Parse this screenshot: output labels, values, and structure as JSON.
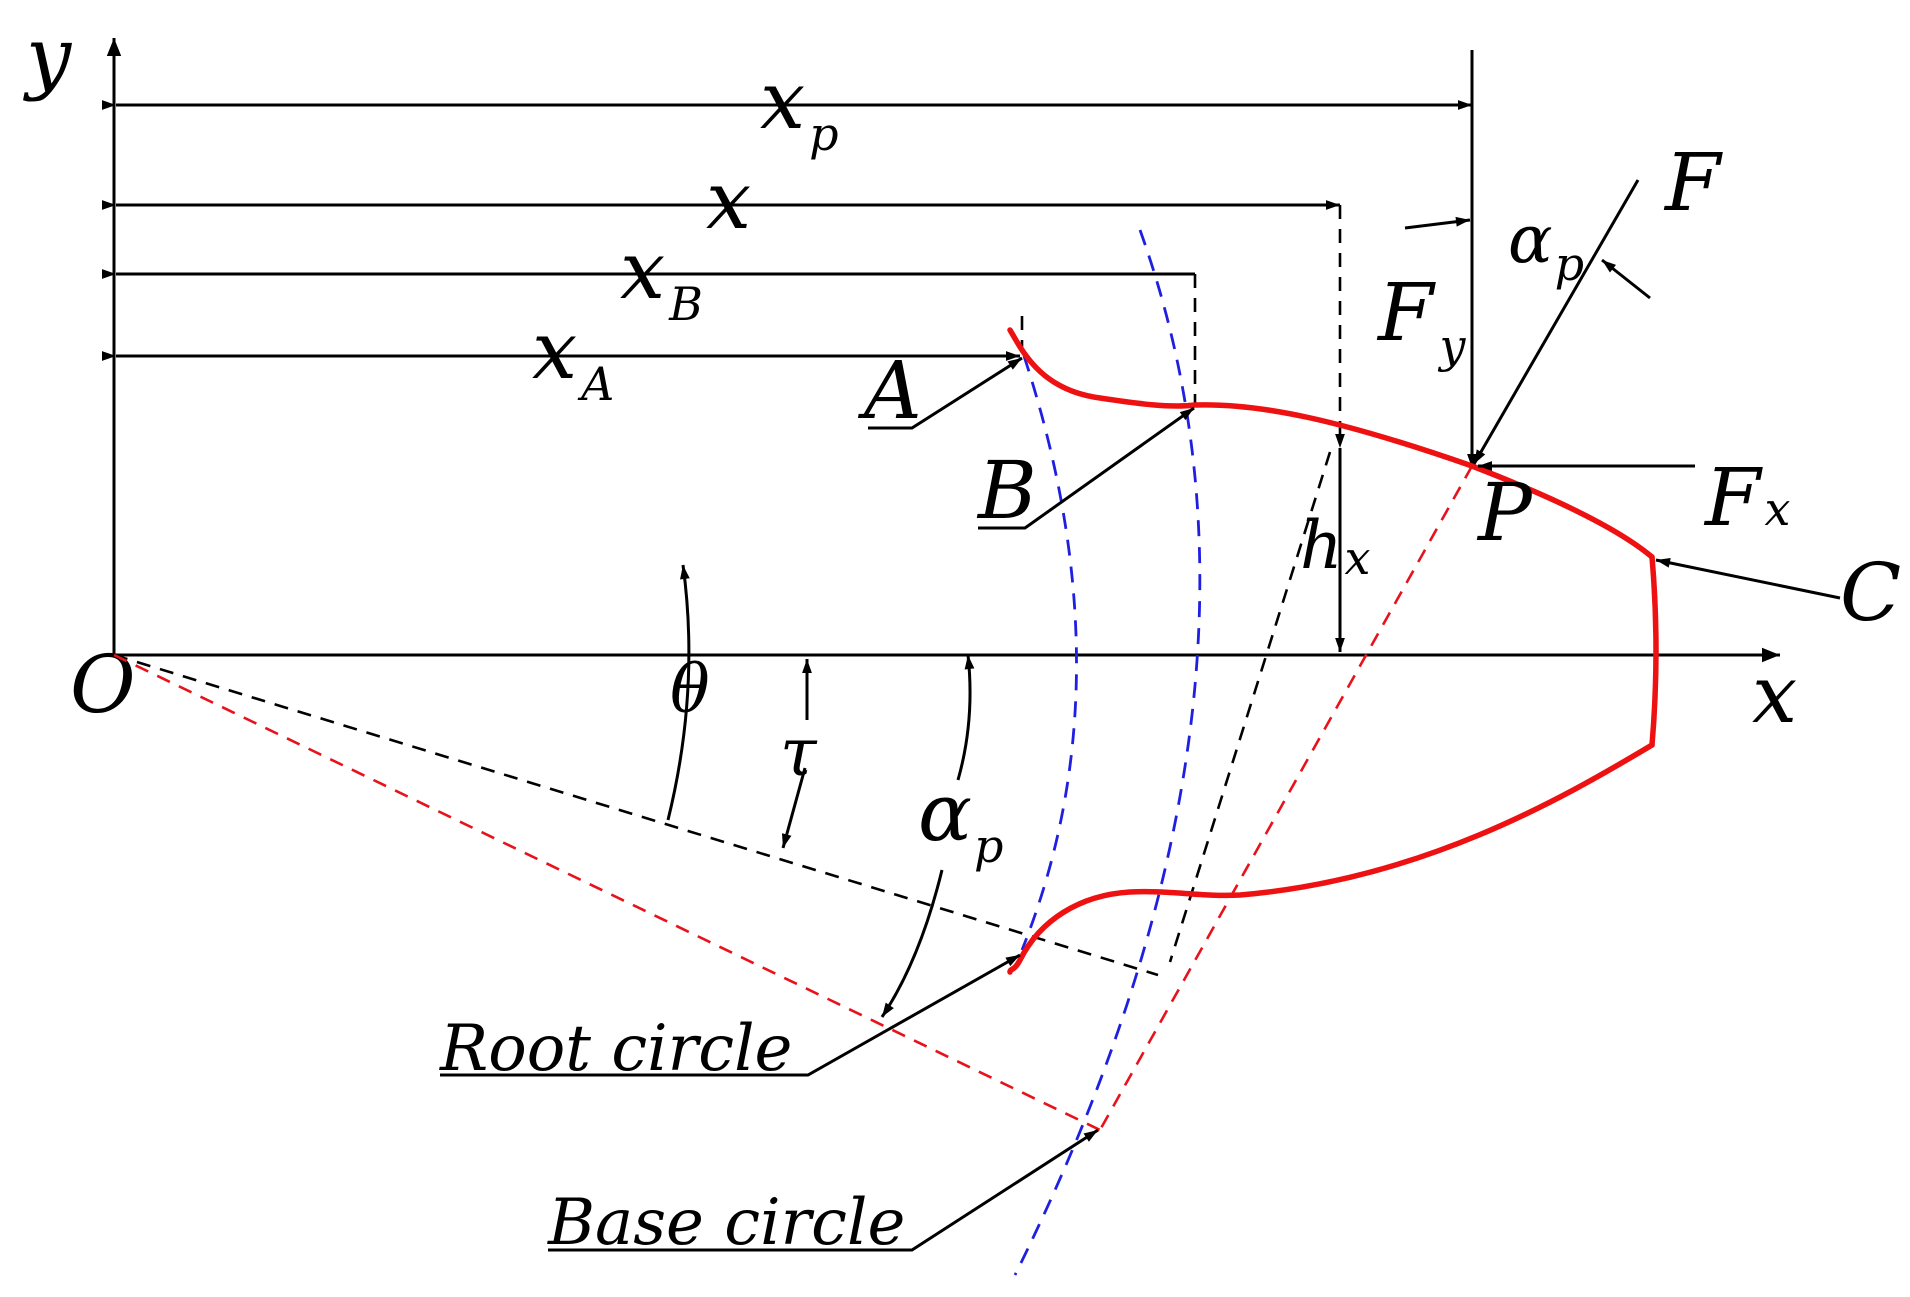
{
  "labels": {
    "y_axis": "y",
    "x_axis": "x",
    "origin": "O",
    "xp": {
      "base": "x",
      "sub": "p"
    },
    "x_dim": "x",
    "xB": {
      "base": "x",
      "sub": "B"
    },
    "xA": {
      "base": "x",
      "sub": "A"
    },
    "point_A": "A",
    "point_B": "B",
    "point_P": "P",
    "point_C": "C",
    "hx": {
      "base": "h",
      "sub": "x"
    },
    "F": "F",
    "Fy": {
      "base": "F",
      "sub": "y"
    },
    "Fx": {
      "base": "F",
      "sub": "x"
    },
    "alpha_p_top": {
      "base": "α",
      "sub": "p"
    },
    "alpha_p_bottom": {
      "base": "α",
      "sub": "p"
    },
    "theta": "θ",
    "tau": "τ",
    "root_circle": "Root circle",
    "base_circle": "Base circle"
  },
  "colors": {
    "tooth_profile": "#ee1111",
    "pressure_lines": "#e8121b",
    "circles": "#1f1fe0",
    "construction": "#000000"
  }
}
